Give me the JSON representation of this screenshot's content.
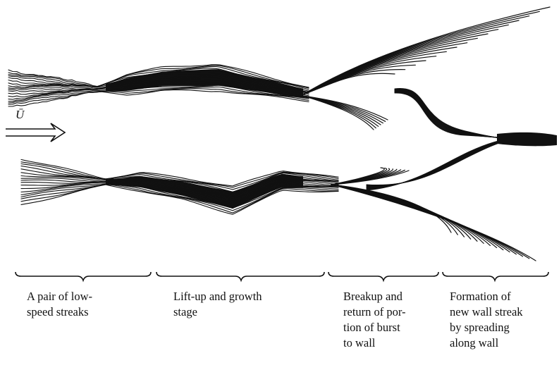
{
  "flow_label": "Ū",
  "stages": [
    {
      "caption": "A pair of low-\nspeed streaks"
    },
    {
      "caption": "Lift-up and growth\nstage"
    },
    {
      "caption": "Breakup and\nreturn of por-\ntion of burst\nto wall"
    },
    {
      "caption": "Formation of\nnew wall streak\nby spreading\nalong wall"
    }
  ],
  "ink_color": "#111111"
}
